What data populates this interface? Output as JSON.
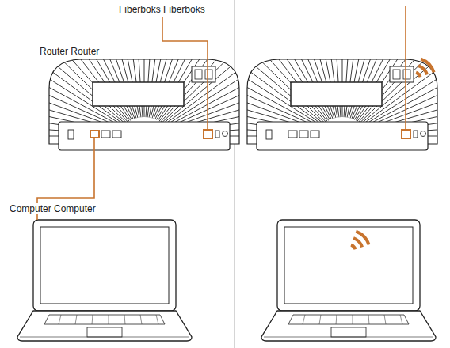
{
  "diagram": {
    "labels": [
      "Fiberboks Fiberboks",
      "Router Router",
      "Computer Computer"
    ]
  }
}
